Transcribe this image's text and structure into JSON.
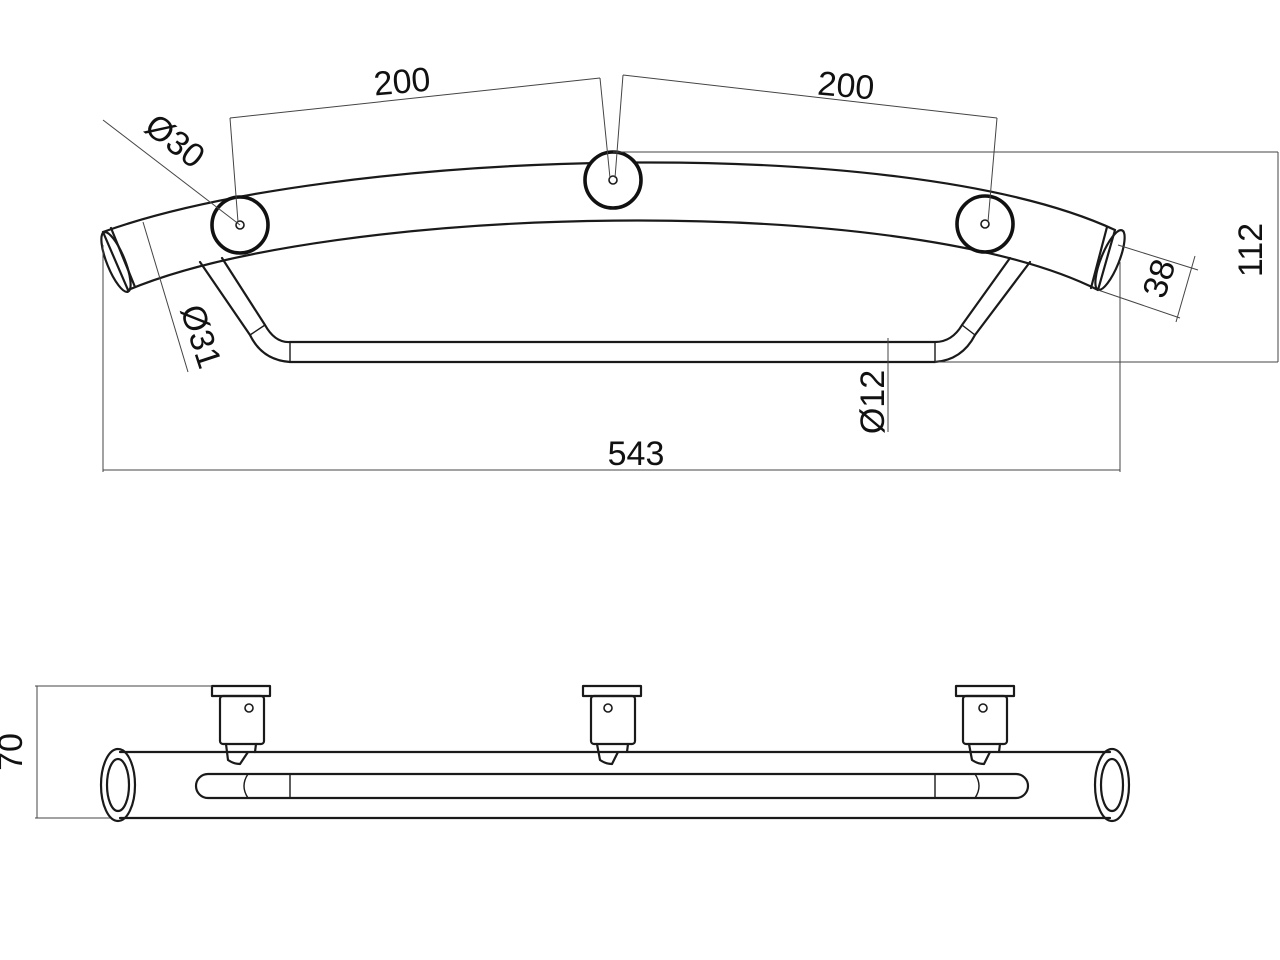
{
  "dimensions": {
    "spacing_left": "200",
    "spacing_right": "200",
    "mount_diameter": "Ø30",
    "tube_diameter": "Ø31",
    "rail_diameter": "Ø12",
    "end_height": "38",
    "overall_depth": "112",
    "overall_length": "543",
    "mount_height": "70"
  },
  "colors": {
    "line": "#1a1a1a",
    "dimension_line": "#444444",
    "background": "#ffffff"
  }
}
